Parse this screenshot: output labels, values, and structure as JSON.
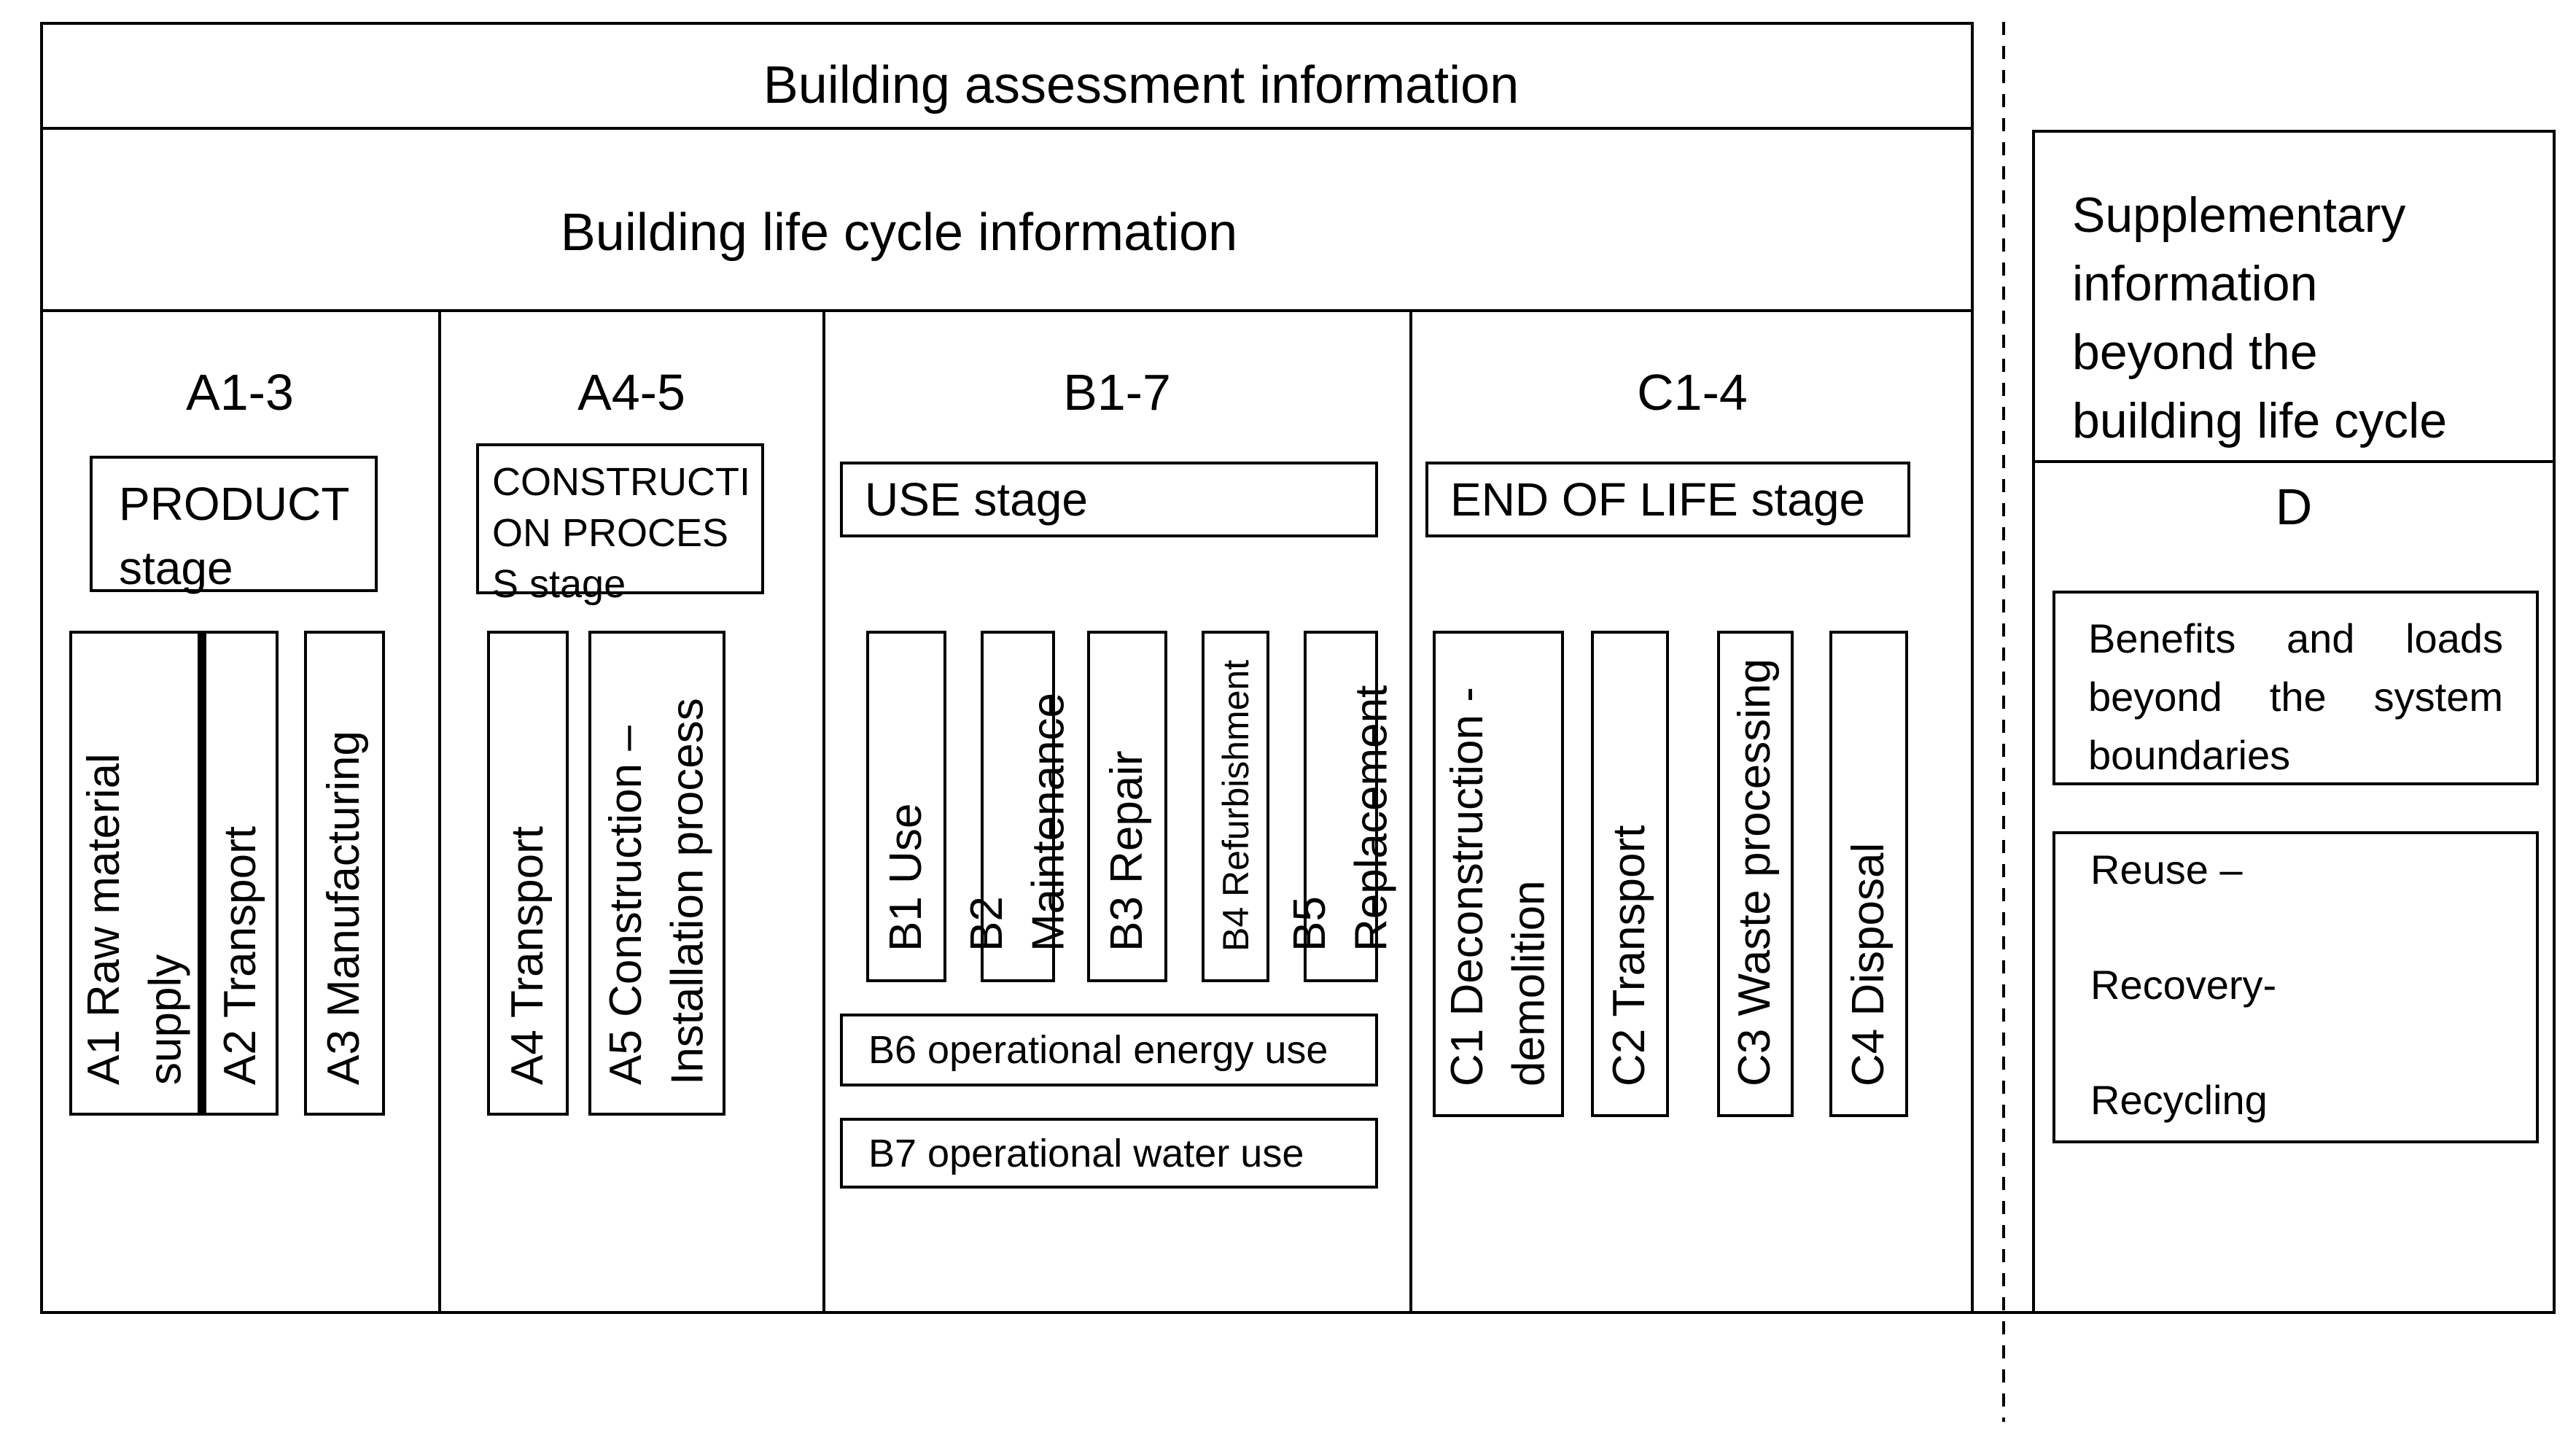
{
  "banners": {
    "assessment": "Building assessment information",
    "life_cycle": "Building life cycle information"
  },
  "columns": {
    "a13": {
      "header": "A1-3",
      "stage": "PRODUCT stage",
      "m_a1": "A1 Raw material supply",
      "m_a2": "A2 Transport",
      "m_a3": "A3 Manufacturing"
    },
    "a45": {
      "header": "A4-5",
      "stage": "CONSTRUCTION PROCESS stage",
      "m_a4": "A4 Transport",
      "m_a5": "A5 Construction – Installation process"
    },
    "b17": {
      "header": "B1-7",
      "stage": "USE stage",
      "m_b1": "B1 Use",
      "m_b2": "B2 Maintenance",
      "m_b3": "B3 Repair",
      "m_b4": "B4 Refurbishment",
      "m_b5": "B5 Replacement",
      "m_b6": "B6 operational energy use",
      "m_b7": "B7 operational water use"
    },
    "c14": {
      "header": "C1-4",
      "stage": "END OF LIFE stage",
      "m_c1": "C1 Deconstruction - demolition",
      "m_c2": "C2 Transport",
      "m_c3": "C3 Waste processing",
      "m_c4": "C4 Disposal"
    }
  },
  "supplementary": {
    "title": "Supplementary information beyond the building life cycle",
    "section": "D",
    "benefits": "Benefits and loads beyond the system boundaries",
    "reuse_line1": "Reuse –",
    "reuse_line2": "Recovery-",
    "reuse_line3": "Recycling"
  },
  "colors": {
    "ink": "#000000",
    "background": "#ffffff"
  }
}
